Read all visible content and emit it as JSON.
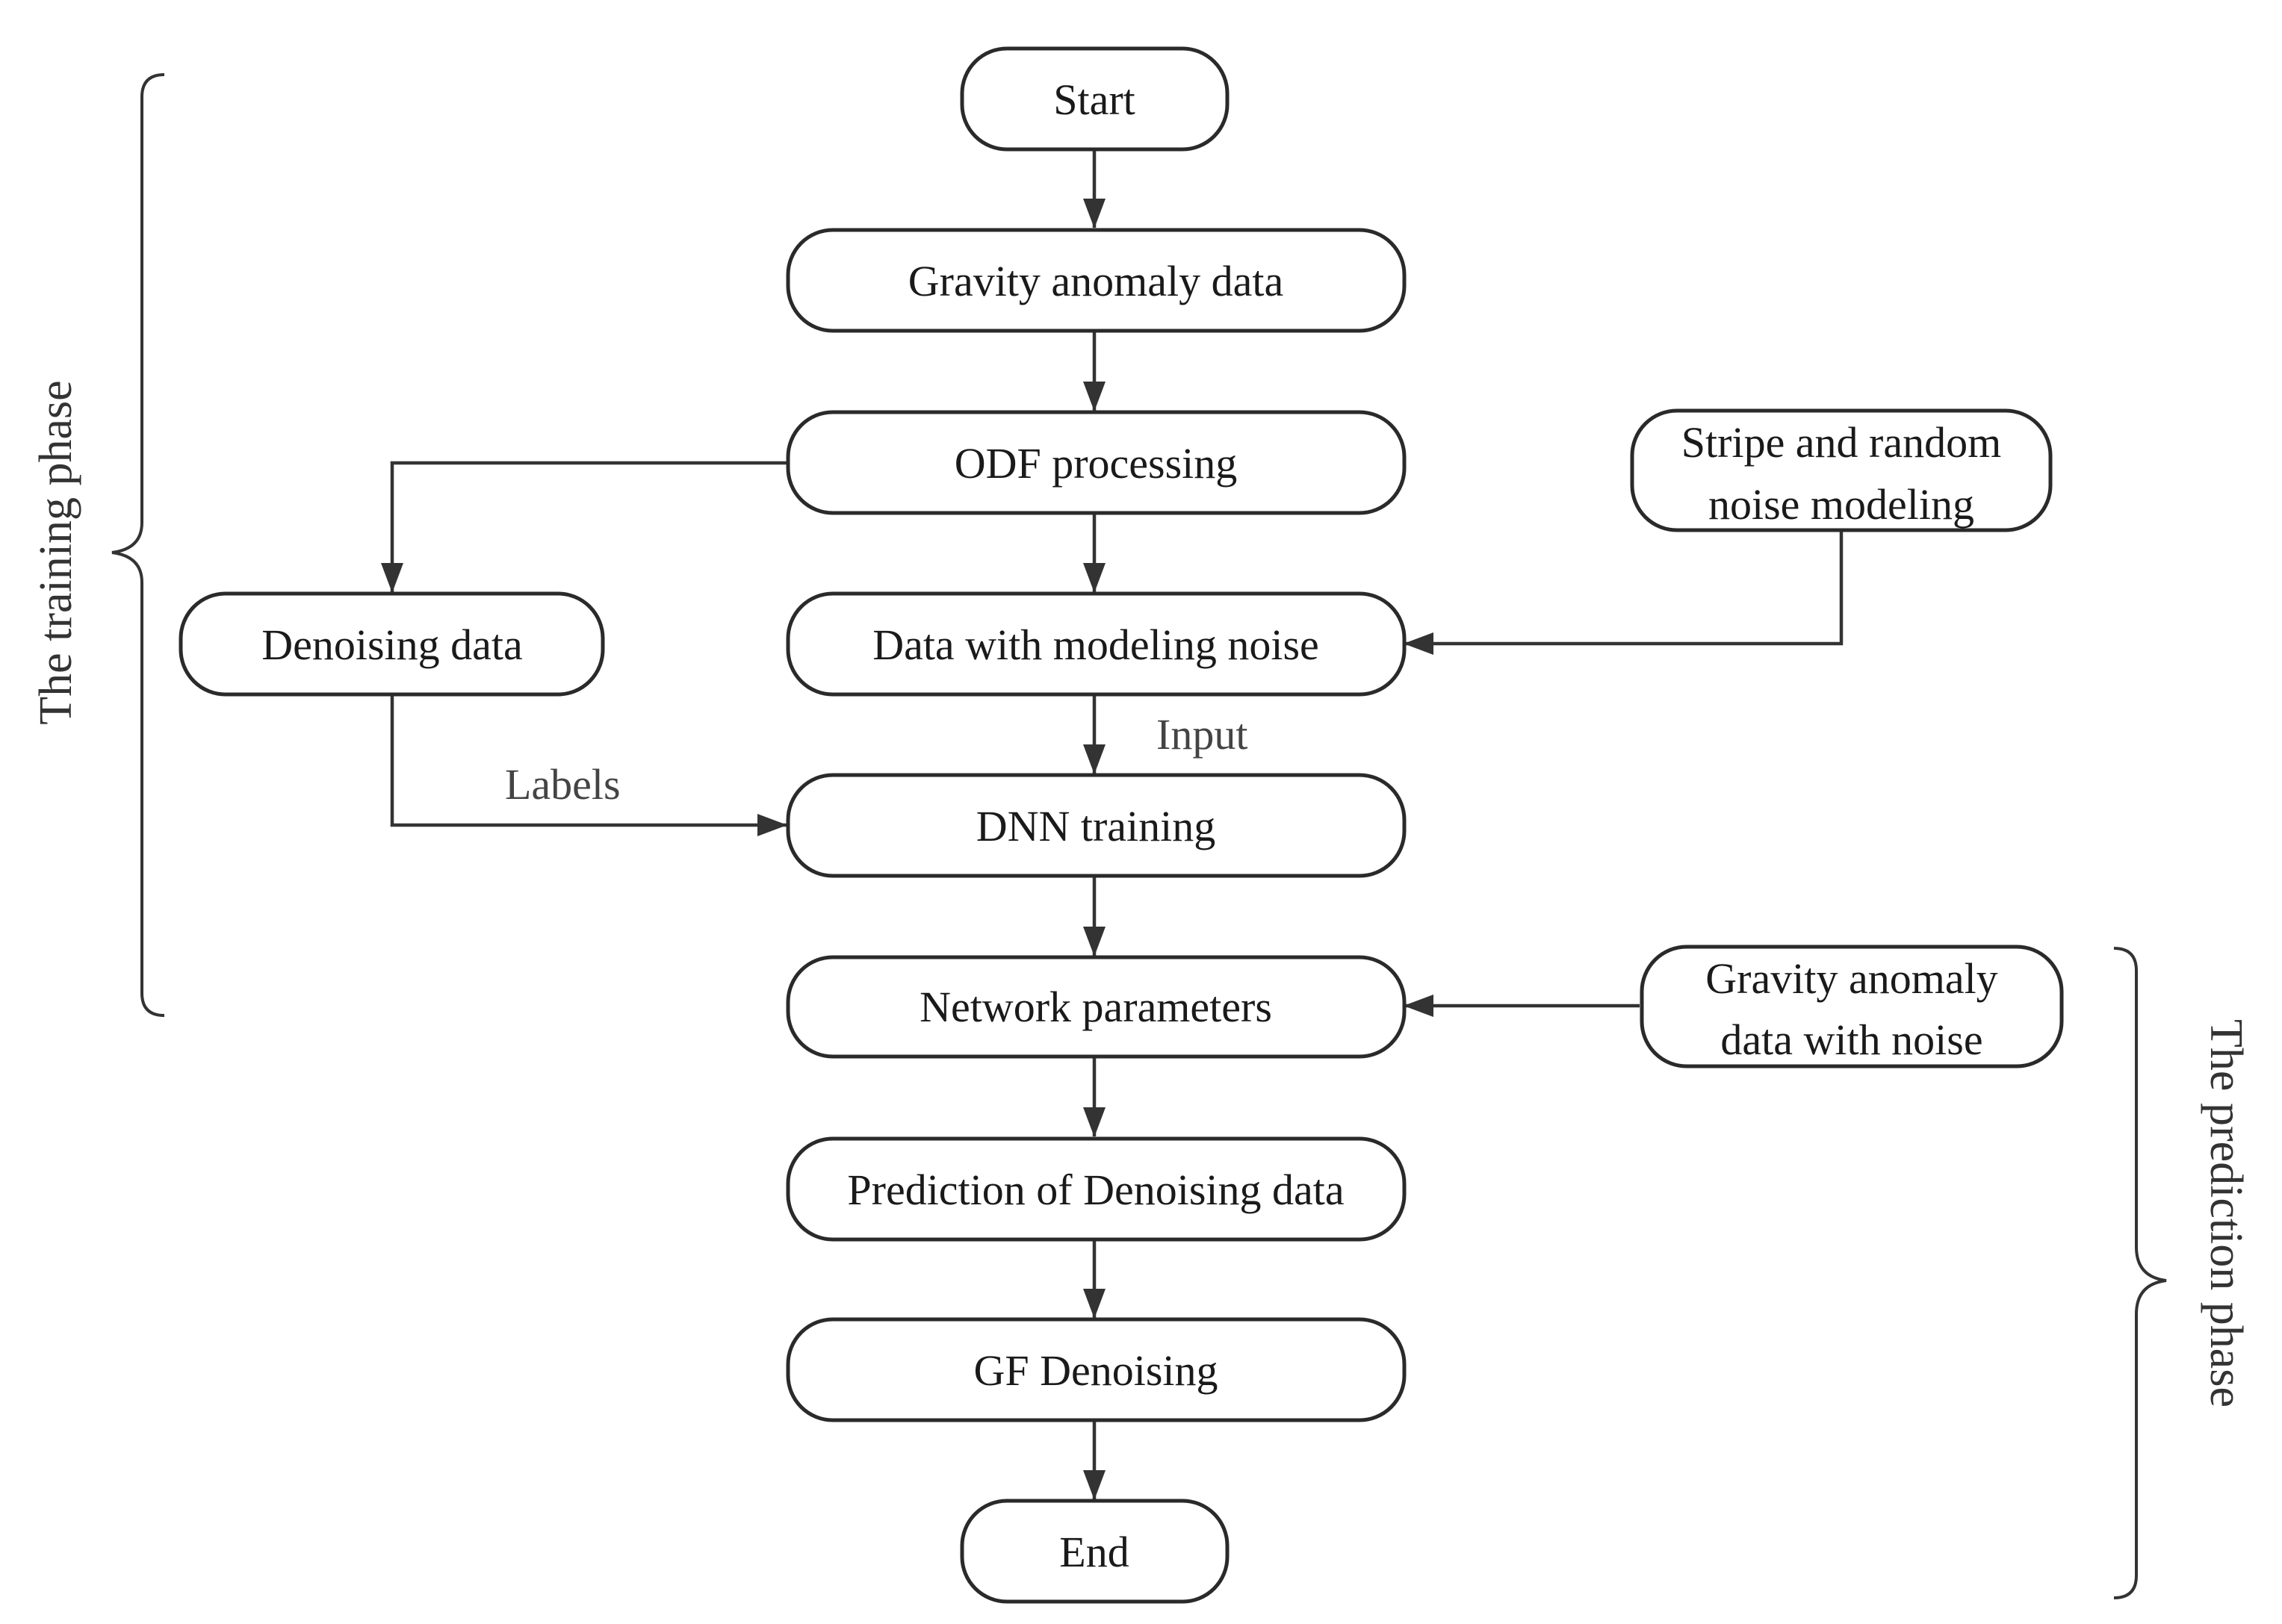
{
  "nodes": {
    "start": "Start",
    "gravity_anomaly_data": "Gravity anomaly data",
    "odf_processing": "ODF processing",
    "stripe_noise_line1": "Stripe and random",
    "stripe_noise_line2": "noise modeling",
    "denoising_data": "Denoising data",
    "data_with_noise": "Data with modeling noise",
    "dnn_training": "DNN training",
    "network_parameters": "Network parameters",
    "gravity_noise_line1": "Gravity anomaly",
    "gravity_noise_line2": "data with noise",
    "prediction": "Prediction of Denoising data",
    "gf_denoising": "GF Denoising",
    "end": "End"
  },
  "edge_labels": {
    "input": "Input",
    "labels": "Labels"
  },
  "phases": {
    "training": "The training phase",
    "prediction": "The prediction phase"
  },
  "colors": {
    "stroke": "#2a2a2a",
    "arrow": "#333333",
    "background": "#ffffff"
  }
}
